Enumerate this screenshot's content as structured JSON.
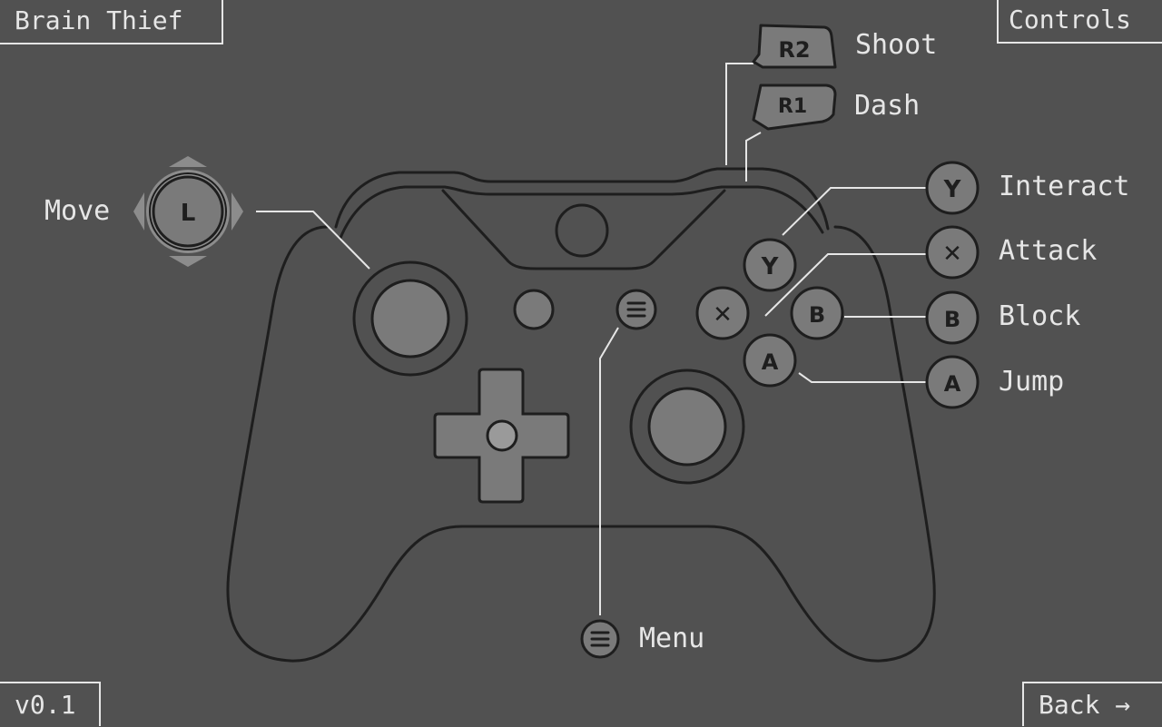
{
  "header": {
    "game_title": "Brain Thief",
    "screen_title": "Controls"
  },
  "footer": {
    "version": "v0.1",
    "back_label": "Back",
    "back_arrow": "→"
  },
  "bindings": {
    "move": "Move",
    "shoot": "Shoot",
    "dash": "Dash",
    "interact": "Interact",
    "attack": "Attack",
    "block": "Block",
    "jump": "Jump",
    "menu": "Menu"
  },
  "glyphs": {
    "left_stick": "L",
    "r2": "R2",
    "r1": "R1",
    "y": "Y",
    "x": "✕",
    "b": "B",
    "a": "A",
    "menu": "≡"
  },
  "icons": {
    "controller": "gamepad-icon",
    "left_stick": "left-stick-icon",
    "menu": "menu-button-icon"
  },
  "colors": {
    "background": "#515151",
    "outline": "#1e1e1e",
    "fill": "#7a7a7a",
    "text": "#e6e6e6"
  }
}
